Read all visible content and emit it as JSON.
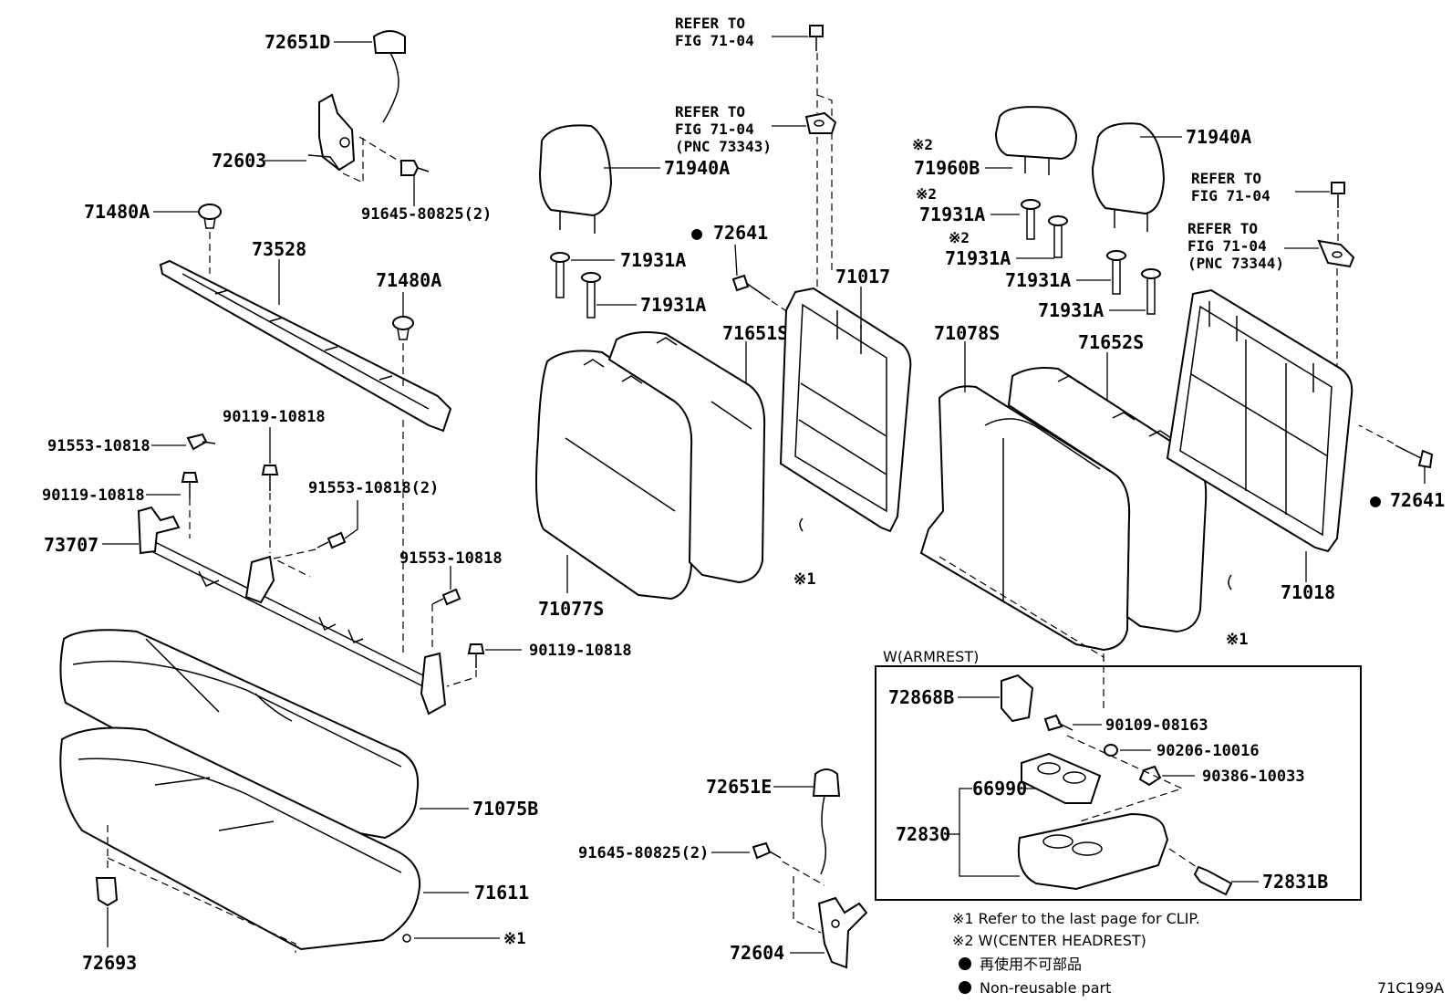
{
  "diagram": {
    "figure_code": "71C199A",
    "section_armrest": "W(ARMREST)",
    "labels": {
      "p72651D": "72651D",
      "p72603": "72603",
      "p91645a": "91645-80825(2)",
      "p71480A_1": "71480A",
      "p73528": "73528",
      "p71480A_2": "71480A",
      "p90119_1": "90119-10818",
      "p91553_1": "91553-10818",
      "p90119_2": "90119-10818",
      "p91553_2": "91553-10818(2)",
      "p73707": "73707",
      "p91553_3": "91553-10818",
      "p90119_3": "90119-10818",
      "p71075B": "71075B",
      "p71611": "71611",
      "p72693": "72693",
      "clip1": "※1",
      "ref1_l1": "REFER TO",
      "ref1_l2": "FIG 71-04",
      "ref2_l1": "REFER TO",
      "ref2_l2": "FIG 71-04",
      "ref2_l3": "(PNC 73343)",
      "p71940A_1": "71940A",
      "p72641_1": "72641",
      "p71931A_1": "71931A",
      "p71931A_2": "71931A",
      "p71651S": "71651S",
      "p71017": "71017",
      "p71077S": "71077S",
      "clip2": "※1",
      "p72651E": "72651E",
      "p91645b": "91645-80825(2)",
      "p72604": "72604",
      "x2_1": "※2",
      "p71960B": "71960B",
      "x2_2": "※2",
      "p71931A_3": "71931A",
      "x2_3": "※2",
      "p71931A_4": "71931A",
      "p71931A_5": "71931A",
      "p71931A_6": "71931A",
      "p71940A_2": "71940A",
      "ref3_l1": "REFER TO",
      "ref3_l2": "FIG 71-04",
      "ref4_l1": "REFER TO",
      "ref4_l2": "FIG 71-04",
      "ref4_l3": "(PNC 73344)",
      "p71078S": "71078S",
      "p71652S": "71652S",
      "p72641_2": "72641",
      "p71018": "71018",
      "clip3": "※1",
      "p72868B": "72868B",
      "p90109": "90109-08163",
      "p90206": "90206-10016",
      "p90386": "90386-10033",
      "p66990": "66990",
      "p72830": "72830",
      "p72831B": "72831B"
    },
    "legend": {
      "note1": "※1 Refer to the last page for CLIP.",
      "note2": "※2 W(CENTER HEADREST)",
      "note3": "再使用不可部品",
      "note4": "Non-reusable part"
    }
  }
}
